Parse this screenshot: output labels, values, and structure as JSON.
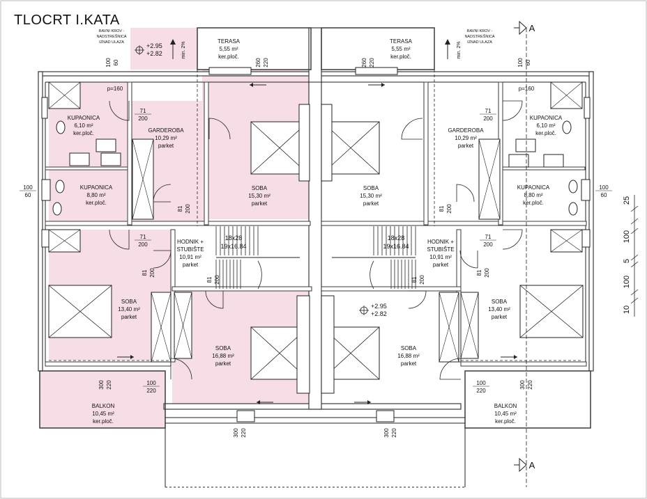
{
  "title": "TLOCRT I.KATA",
  "colors": {
    "pink": "#f7dde6",
    "wall": "#3a3a3a",
    "line": "#222222",
    "page": "#ffffff"
  },
  "section_marker": "A",
  "roof_note": [
    "RAVNI KROV -",
    "NADSTREŠNICA",
    "IZNAD ULAZA"
  ],
  "level_upper": "+2.95",
  "level_lower": "+2.82",
  "slope": "min. 2%",
  "p_label": "p=160",
  "stairs": {
    "left": [
      "18x28",
      "19x16.84"
    ],
    "right": [
      "18x28",
      "19x16.84"
    ]
  },
  "rooms": {
    "terasa_l": [
      "TERASA",
      "5,55 m²",
      "ker.ploč."
    ],
    "terasa_r": [
      "TERASA",
      "5,55 m²",
      "ker.ploč."
    ],
    "kupaonica_tl": [
      "KUPAONICA",
      "6,10 m²",
      "ker.ploč."
    ],
    "kupaonica_tr": [
      "KUPAONICA",
      "6,10 m²",
      "ker.ploč."
    ],
    "garderoba_l": [
      "GARDEROBA",
      "10,29 m²",
      "parket"
    ],
    "garderoba_r": [
      "GARDEROBA",
      "10,29 m²",
      "parket"
    ],
    "kupaonica_ml": [
      "KUPAONICA",
      "8,80 m²",
      "ker.ploč."
    ],
    "kupaonica_mr": [
      "KUPAONICA",
      "8,80 m²",
      "ker.ploč."
    ],
    "soba_tl": [
      "SOBA",
      "15,30 m²",
      "parket"
    ],
    "soba_tr": [
      "SOBA",
      "15,30 m²",
      "parket"
    ],
    "hodnik_l": [
      "HODNIK +",
      "STUBIŠTE",
      "10,91 m²",
      "parket"
    ],
    "hodnik_r": [
      "HODNIK +",
      "STUBIŠTE",
      "10,91 m²",
      "parket"
    ],
    "soba_ml": [
      "SOBA",
      "13,40 m²",
      "parket"
    ],
    "soba_mr": [
      "SOBA",
      "13,40 m²",
      "parket"
    ],
    "soba_bl": [
      "SOBA",
      "16,88 m²",
      "parket"
    ],
    "soba_br": [
      "SOBA",
      "16,88 m²",
      "parket"
    ],
    "balkon_l": [
      "BALKON",
      "10,45 m²",
      "ker.ploč."
    ],
    "balkon_r": [
      "BALKON",
      "10,45 m²",
      "ker.ploč."
    ]
  },
  "openings": {
    "o100_60": [
      "100",
      "60"
    ],
    "o260_220": [
      "260",
      "220"
    ],
    "o71_200": [
      "71",
      "200"
    ],
    "o81_200": [
      "81",
      "200"
    ],
    "o300_220": [
      "300",
      "220"
    ],
    "o100_220": [
      "100",
      "220"
    ]
  },
  "dims_right": [
    "25",
    "100",
    "5",
    "100",
    "10"
  ]
}
